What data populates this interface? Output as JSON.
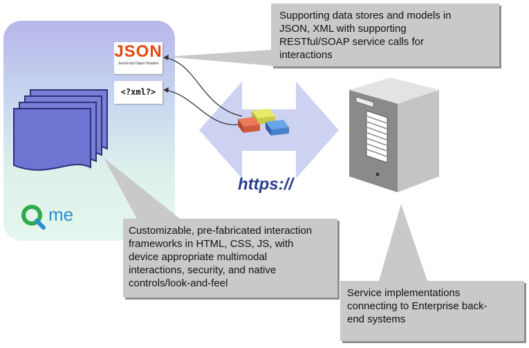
{
  "callouts": {
    "top": "Supporting data stores and models in\nJSON, XML with supporting\nRESTful/SOAP service calls for\ninteractions",
    "middle": "Customizable, pre-fabricated interaction\nframeworks in HTML, CSS, JS, with\ndevice appropriate multimodal\ninteractions, security, and native\ncontrols/look-and-feel",
    "bottom": "Service implementations\nconnecting to Enterprise back-\nend systems"
  },
  "logos": {
    "json_text": "JSON",
    "json_subtitle": "JavaScript Object Notation",
    "xml_text": "<?xml?>",
    "brand_text": "me"
  },
  "protocol_label": "https://",
  "colors": {
    "callout_fill": "#c9c9c9",
    "arrow_fill": "#c8cdf0",
    "https_text": "#2b3e8c",
    "json_orange": "#e04a10",
    "brand_green": "#2eaa4a",
    "brand_blue": "#2a8fd0"
  }
}
